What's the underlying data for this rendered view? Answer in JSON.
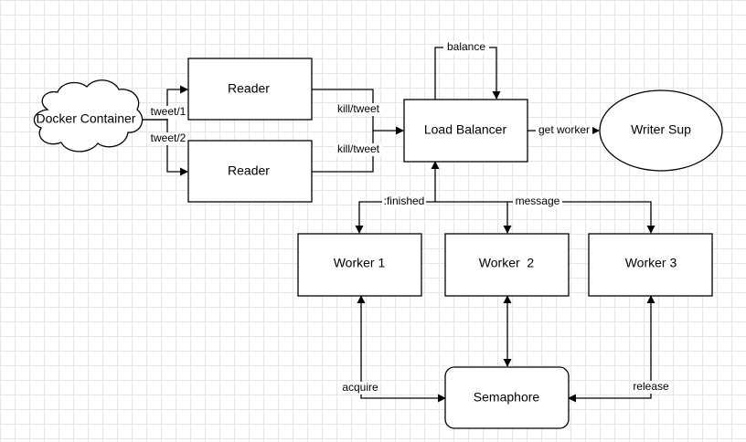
{
  "nodes": {
    "docker": "Docker Container",
    "reader1": "Reader",
    "reader2": "Reader",
    "load_balancer": "Load Balancer",
    "writer_sup": "Writer Sup",
    "worker1": "Worker 1",
    "worker2": "Worker  2",
    "worker3": "Worker 3",
    "semaphore": "Semaphore"
  },
  "edges": {
    "tweet1": "tweet/1",
    "tweet2": "tweet/2",
    "kill_tweet_1": "kill/tweet",
    "kill_tweet_2": "kill/tweet",
    "balance": "balance",
    "get_worker": "get worker",
    "finished": ":finished",
    "message": "message",
    "acquire": "acquire",
    "release": "release"
  },
  "colors": {
    "stroke": "#000000",
    "fill": "#ffffff",
    "grid": "#e6e6e6"
  }
}
